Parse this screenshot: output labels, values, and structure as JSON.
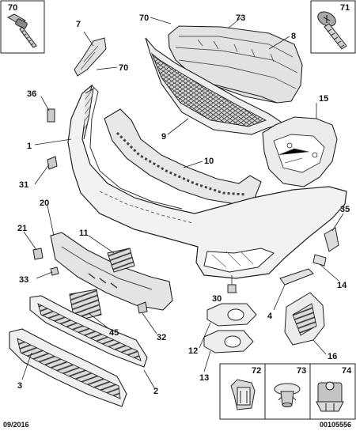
{
  "diagram": {
    "callouts": {
      "c70_tl": "70",
      "c71": "71",
      "c72": "72",
      "c73_box": "73",
      "c74": "74",
      "c7": "7",
      "c70_mid": "70",
      "c70_top": "70",
      "c73_top": "73",
      "c8": "8",
      "c9": "9",
      "c15": "15",
      "c36": "36",
      "c1": "1",
      "c31": "31",
      "c10": "10",
      "c20": "20",
      "c21": "21",
      "c11": "11",
      "c33": "33",
      "c35": "35",
      "c14": "14",
      "c30": "30",
      "c4": "4",
      "c45": "45",
      "c32": "32",
      "c12": "12",
      "c16": "16",
      "c13": "13",
      "c3": "3",
      "c2": "2"
    },
    "footer": {
      "date": "09/2016",
      "ref": "00105556"
    }
  },
  "colors": {
    "line": "#222222",
    "part_fill": "#e6e6e6",
    "part_dark": "#9a9a9a",
    "part_light": "#f4f4f4"
  }
}
